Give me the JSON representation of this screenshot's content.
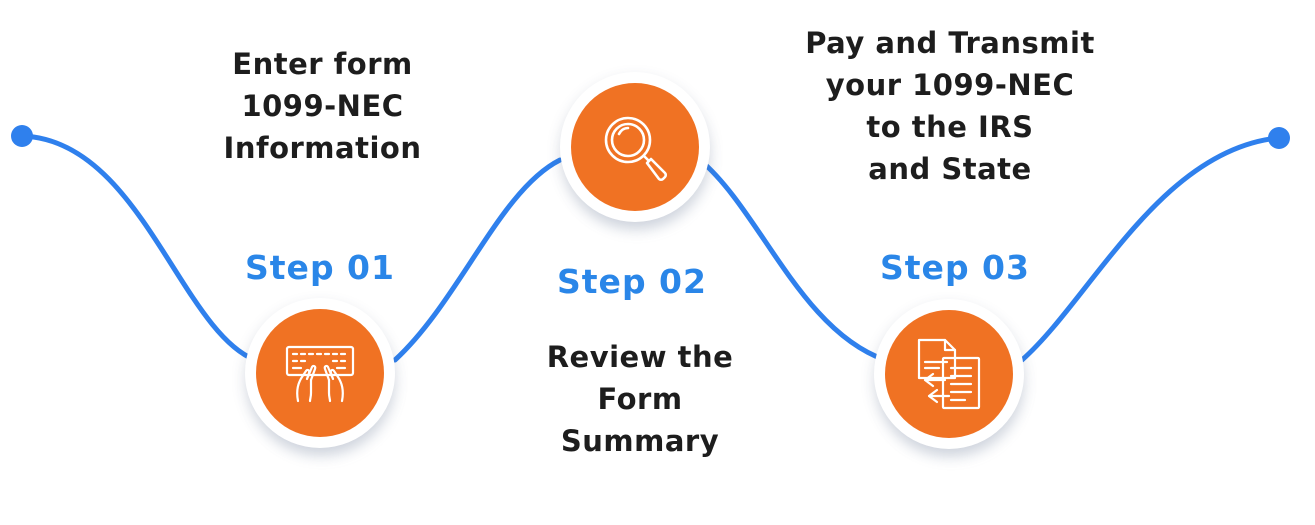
{
  "steps": [
    {
      "label": "Step 01",
      "description": [
        "Enter form",
        "1099-NEC",
        "Information"
      ],
      "icon": "keyboard-typing-icon"
    },
    {
      "label": "Step 02",
      "description": [
        "Review the",
        "Form",
        "Summary"
      ],
      "icon": "magnifier-icon"
    },
    {
      "label": "Step 03",
      "description": [
        "Pay and Transmit",
        "your 1099-NEC",
        "to the IRS",
        "and State"
      ],
      "icon": "document-transfer-icon"
    }
  ],
  "colors": {
    "line": "#2f80ed",
    "accent": "#f07223",
    "step_text": "#2a86e8",
    "body_text": "#1d1d1d"
  }
}
